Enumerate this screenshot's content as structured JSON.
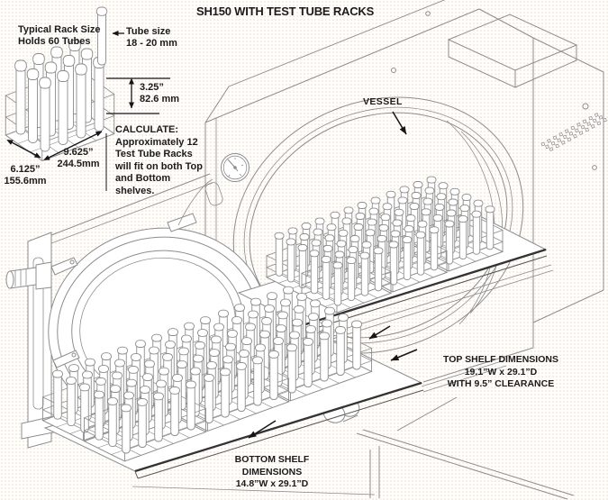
{
  "title": "SH150 WITH TEST TUBE RACKS",
  "rack_note": {
    "line1": "Typical Rack Size",
    "line2": "Holds 60 Tubes"
  },
  "tube_note": {
    "line1": "Tube size",
    "line2": "18 - 20 mm"
  },
  "rack_height": {
    "inches": "3.25”",
    "mm": "82.6 mm"
  },
  "calculate": {
    "heading": "CALCULATE:",
    "lines": [
      "Approximately 12",
      "Test Tube Racks",
      "will fit on both Top",
      "and Bottom",
      "shelves."
    ]
  },
  "rack_width": {
    "inches": "9.625”",
    "mm": "244.5mm"
  },
  "rack_depth": {
    "inches": "6.125”",
    "mm": "155.6mm"
  },
  "vessel_label": "VESSEL",
  "top_shelf": {
    "line1": "TOP SHELF DIMENSIONS",
    "line2": "19.1”W x 29.1”D",
    "line3": "WITH 9.5” CLEARANCE"
  },
  "bottom_shelf": {
    "line1": "BOTTOM SHELF DIMENSIONS",
    "line2": "14.8”W x 29.1”D"
  },
  "colors": {
    "ink": "#1b1b1b",
    "line": "#8d8d8d",
    "shelf_edge": "#333333"
  }
}
